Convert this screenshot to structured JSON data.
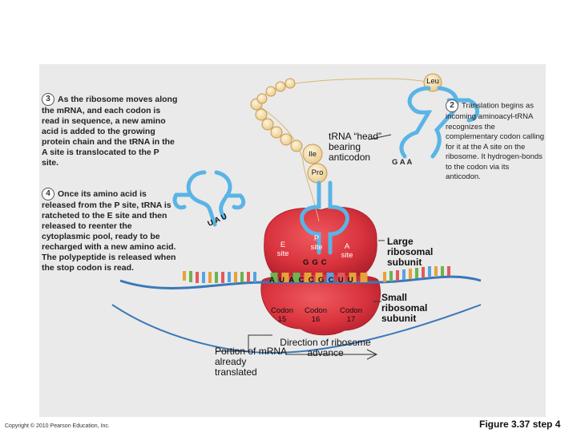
{
  "labels": {
    "leu": "Leu",
    "ile": "Ile",
    "pro": "Pro",
    "trna_head": "tRNA “head” bearing anticodon",
    "e_site_1": "E",
    "e_site_2": "site",
    "p_site_1": "P",
    "p_site_2": "site",
    "a_site_1": "A",
    "a_site_2": "site",
    "large_subunit": "Large ribosomal subunit",
    "small_subunit": "Small ribosomal subunit",
    "codon15_a": "Codon",
    "codon15_b": "15",
    "codon16_a": "Codon",
    "codon16_b": "16",
    "codon17_a": "Codon",
    "codon17_b": "17",
    "direction": "Direction of ribosome advance",
    "portion": "Portion of mRNA already translated",
    "copyright": "Copyright © 2010 Pearson Education, Inc.",
    "figure": "Figure 3.37 step 4"
  },
  "steps": {
    "step3_num": "3",
    "step3_text": "As the ribosome moves along the mRNA, and each codon is read in sequence, a new amino acid is added to the growing protein chain and the tRNA in the A site is translocated to the P site.",
    "step4_num": "4",
    "step4_text": "Once its amino acid is released from the P site, tRNA is ratcheted to the E site and then released to reenter the cytoplasmic pool, ready to be recharged with a new amino acid. The polypeptide is released when the stop codon is read.",
    "step2_num": "2",
    "step2_text": "Translation begins as incoming aminoacyl-tRNA recognizes the complementary codon calling for it at the A site on the ribosome. It hydrogen-bonds to the codon via its anticodon."
  },
  "bases": {
    "anticodon_p": [
      "G",
      "G",
      "C"
    ],
    "anticodon_a": [
      "G",
      "A",
      "A"
    ],
    "anticodon_exit": [
      "U",
      "A",
      "U"
    ],
    "mrna": [
      "A",
      "U",
      "A",
      "C",
      "C",
      "G",
      "C",
      "U",
      "U"
    ]
  },
  "colors": {
    "ribosome": "#d9333d",
    "trna": "#5ab4e6",
    "amino_acid": "#f3d9a3",
    "background": "#eaeaea"
  }
}
